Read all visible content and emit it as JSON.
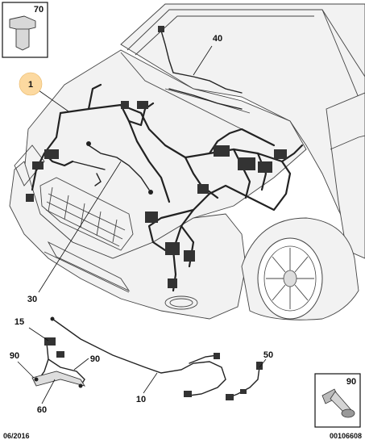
{
  "parts": [
    {
      "ref": "1"
    },
    {
      "ref": "10"
    },
    {
      "ref": "15"
    },
    {
      "ref": "30"
    },
    {
      "ref": "40"
    },
    {
      "ref": "50"
    },
    {
      "ref": "60"
    },
    {
      "ref": "70"
    },
    {
      "ref": "90"
    }
  ],
  "callouts": {
    "c1": "1",
    "c10": "10",
    "c15": "15",
    "c30": "30",
    "c40": "40",
    "c50": "50",
    "c60": "60",
    "c70": "70",
    "c90_left": "90",
    "c90_mid": "90",
    "c90_box": "90"
  },
  "footer": {
    "date": "06/2016",
    "code": "00106608"
  },
  "colors": {
    "highlight_callout": "#fcd9a0",
    "line": "#222222",
    "body_fill": "#f2f2f2"
  }
}
